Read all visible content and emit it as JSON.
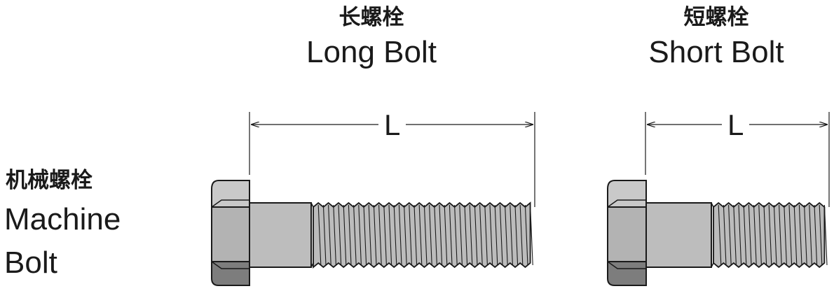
{
  "side_label": {
    "zh": "机械螺栓",
    "en_line1": "Machine",
    "en_line2": "Bolt"
  },
  "long_bolt": {
    "zh": "长螺栓",
    "en": "Long Bolt",
    "dimension_label": "L"
  },
  "short_bolt": {
    "zh": "短螺栓",
    "en": "Short Bolt",
    "dimension_label": "L"
  },
  "colors": {
    "outline": "#1a1a1a",
    "hex_top": "#c9c9c9",
    "hex_mid": "#b3b3b3",
    "hex_bottom": "#7d7d7d",
    "shank": "#bdbdbd",
    "thread": "#bcbcbc"
  }
}
